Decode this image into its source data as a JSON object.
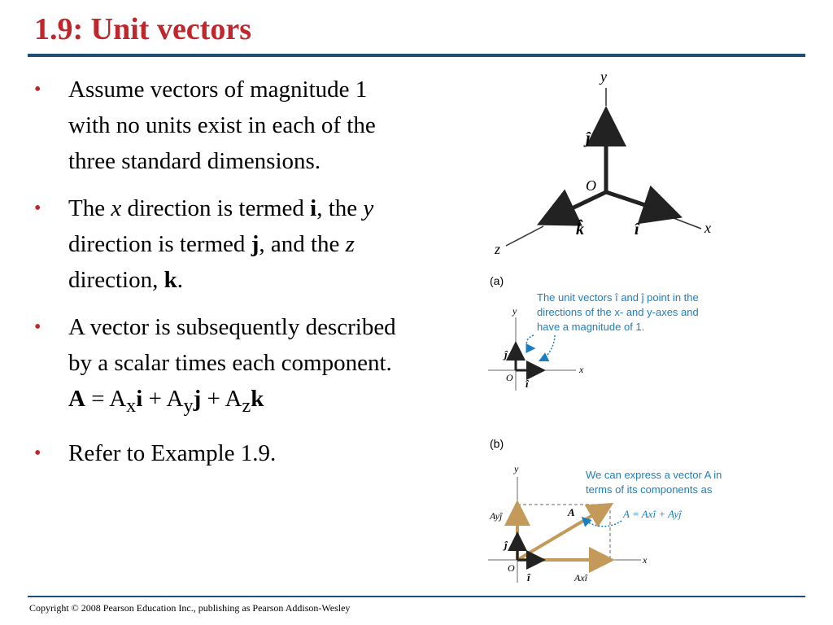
{
  "slide": {
    "title": "1.9: Unit vectors",
    "footer": "Copyright © 2008 Pearson Education Inc., publishing as Pearson Addison-Wesley"
  },
  "bullets": {
    "b1": "Assume vectors of magnitude 1 with no units exist in each of the three standard dimensions.",
    "b2": {
      "p1": "The ",
      "x": "x",
      "p2": " direction is termed ",
      "i": "i",
      "p3": ", the ",
      "y": "y",
      "p4": " direction is termed ",
      "j": "j",
      "p5": ", and the ",
      "z": "z",
      "p6": " direction, ",
      "k": "k",
      "p7": "."
    },
    "b3": {
      "text": "A vector is subsequently described by a scalar times each component.",
      "eq": {
        "A": "A",
        "eq1": " = A",
        "sx": "x",
        "i": "i",
        "p1": " + A",
        "sy": "y",
        "j": "j",
        "p2": " + A",
        "sz": "z",
        "k": "k"
      }
    },
    "b4": "Refer to Example 1.9."
  },
  "figure3d": {
    "y_axis": "y",
    "x_axis": "x",
    "z_axis": "z",
    "origin": "O",
    "j_hat": "ĵ",
    "i_hat": "î",
    "k_hat": "k̂"
  },
  "panel_a": {
    "label": "(a)",
    "caption_lines": [
      "The unit vectors î and ĵ point in the",
      "directions of the x- and y-axes and",
      "have a magnitude of 1."
    ],
    "y": "y",
    "x": "x",
    "origin": "O",
    "j_hat": "ĵ",
    "i_hat": "î"
  },
  "panel_b": {
    "label": "(b)",
    "caption_lines": [
      "We can express a vector A in",
      "terms of its components as"
    ],
    "equation": "A = Axî + Ayĵ",
    "vec_label": "A",
    "y": "y",
    "x": "x",
    "origin": "O",
    "j_hat": "ĵ",
    "i_hat": "î",
    "ay_j": "Ayĵ",
    "ax_i": "Axî"
  },
  "colors": {
    "title": "#c0272d",
    "rule": "#1f4e79",
    "accent_blue": "#1a7fc1",
    "vector_brown": "#c49a5a"
  }
}
